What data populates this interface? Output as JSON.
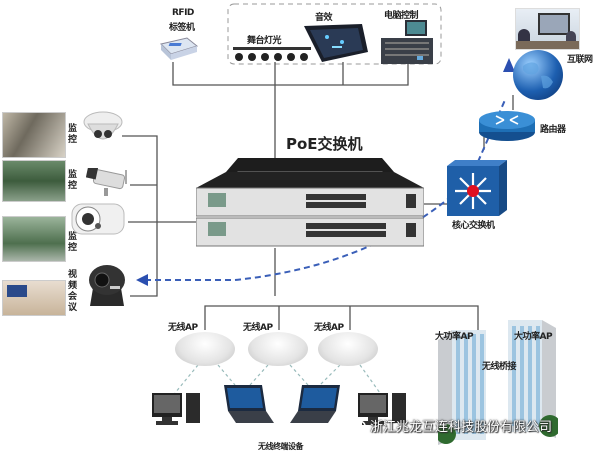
{
  "diagram": {
    "center_title": "PoE交换机",
    "top_group": {
      "rfid": {
        "line1": "RFID",
        "line2": "标签机"
      },
      "stage_light": "舞台灯光",
      "audio": "音效",
      "pc_control": "电脑控制"
    },
    "right_group": {
      "internet": "互联网",
      "router": "路由器",
      "core_switch": "核心交换机"
    },
    "left_group": {
      "cam1": "监控",
      "cam2": "监控",
      "cam3": "监控",
      "conference": "视频会议"
    },
    "bottom_group": {
      "ap1": "无线AP",
      "ap2": "无线AP",
      "ap3": "无线AP",
      "high_power_ap1": "大功率AP",
      "high_power_ap2": "大功率AP",
      "wireless_bridge": "无线桥接",
      "terminals": "无线终端设备"
    },
    "watermark": "浙江兆龙互连科技股份有限公司"
  },
  "colors": {
    "line": "#555555",
    "dashed_blue": "#3a5fb8",
    "switch_dark": "#1d1d1d",
    "core_blue": "#1f5fa8",
    "core_red": "#e01020",
    "router_blue": "#1e6fb5",
    "globe_blue": "#1d5fb0"
  }
}
